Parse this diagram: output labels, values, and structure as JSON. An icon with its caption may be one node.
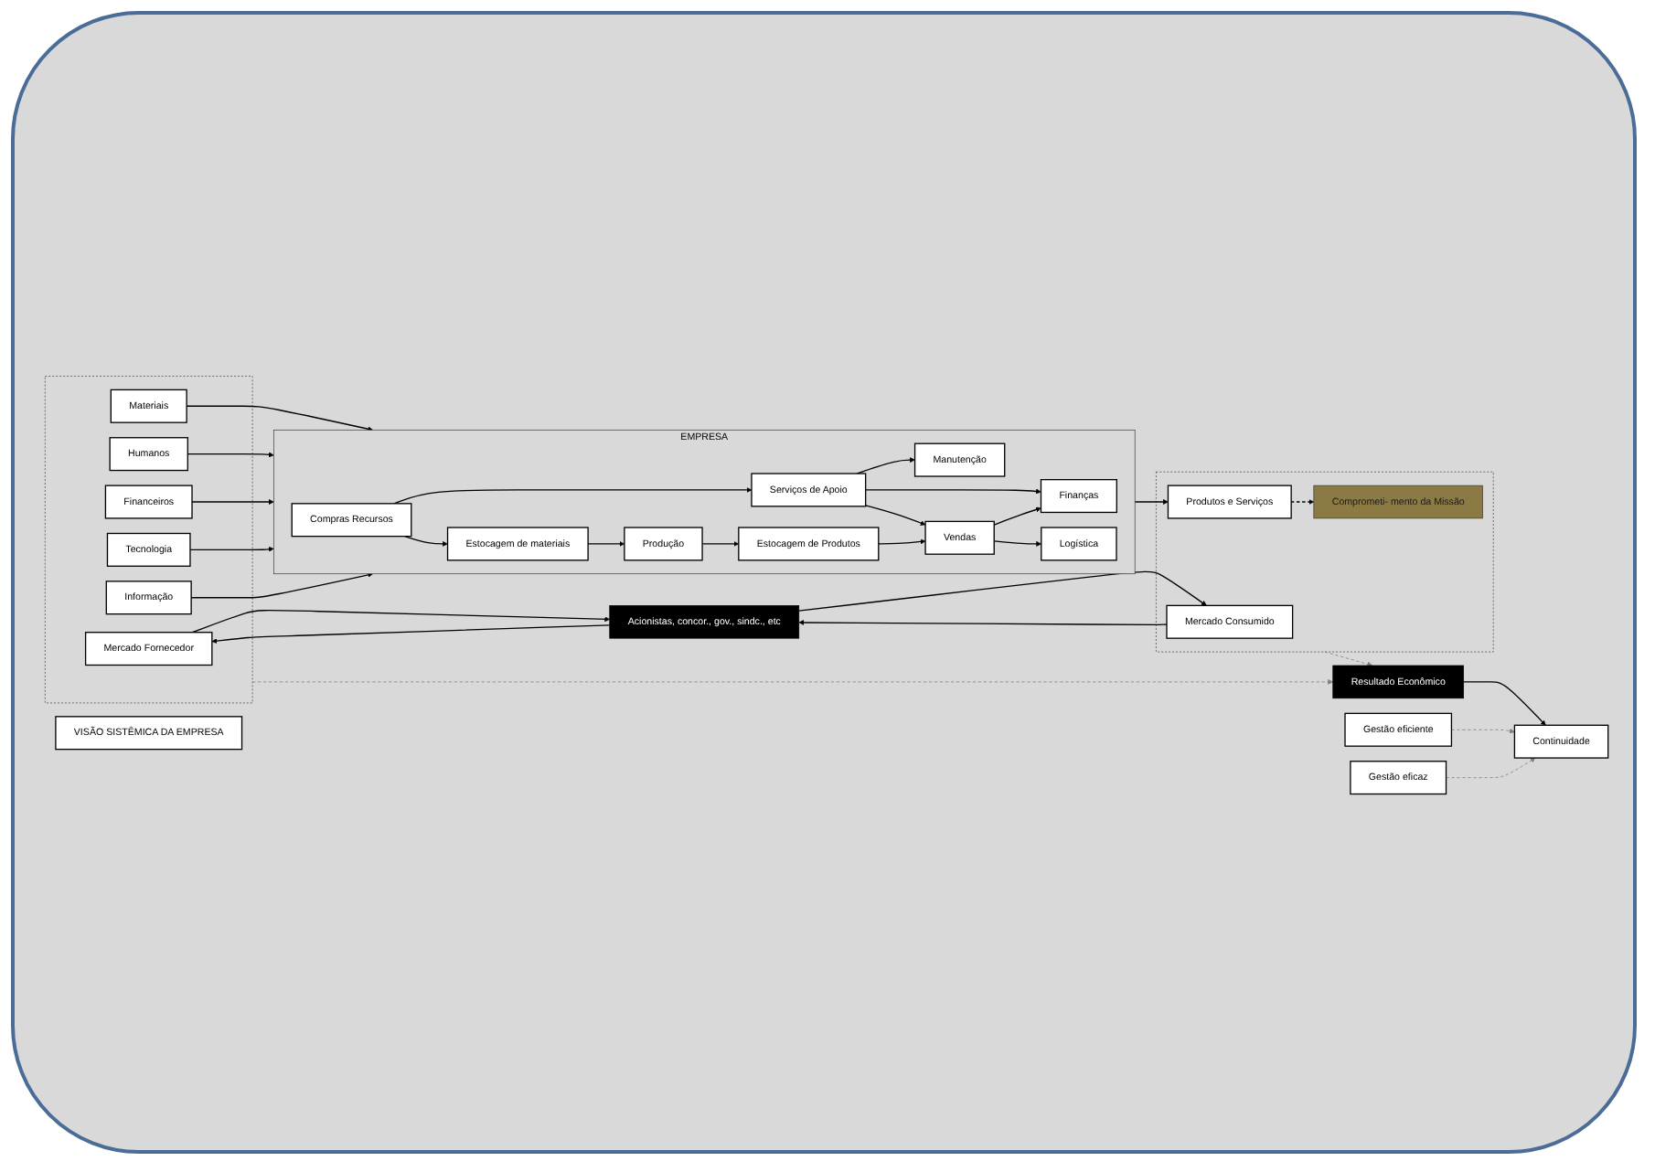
{
  "diagram": {
    "nodes": [
      {
        "text": [
          "VISÃO SISTÊMICA DA EMPRESA"
        ]
      },
      {
        "text": [],
        "shape": "box"
      },
      {
        "text": [
          "Mercado Fornecedor"
        ],
        "in": 1
      },
      {
        "text": [
          "Materiais"
        ],
        "in": 1
      },
      {
        "text": [
          "Humanos"
        ],
        "in": 1
      },
      {
        "text": [
          "Financeiros"
        ],
        "in": 1
      },
      {
        "text": [
          "Tecnologia"
        ],
        "in": 1
      },
      {
        "text": [
          "Informação"
        ],
        "in": 1
      },
      {
        "text": [
          "Acionistas, concor., gov., sindc., etc"
        ]
      },
      {
        "text": [],
        "shape": "box"
      },
      {
        "text": [
          "Mercado Consumido"
        ],
        "in": 9
      },
      {
        "text": [
          "Produtos e Serviços"
        ],
        "in": 9
      },
      {
        "text": [
          "Comprometi- mento da Missão"
        ],
        "in": 9
      },
      {
        "text": [
          "EMPRESA"
        ]
      },
      {
        "text": [
          "Compras Recursos"
        ],
        "in": 13
      },
      {
        "text": [
          "Estocagem de materiais"
        ],
        "in": 13
      },
      {
        "text": [
          "Produção"
        ],
        "in": 13
      },
      {
        "text": [
          "Serviços de Apoio"
        ],
        "in": 13
      },
      {
        "text": [
          "Manutenção"
        ],
        "in": 13
      },
      {
        "text": [
          "Estocagem de Produtos"
        ],
        "in": 13
      },
      {
        "text": [
          "Finanças"
        ],
        "in": 13
      },
      {
        "text": [
          "Logística"
        ],
        "in": 13
      },
      {
        "text": [
          "Vendas"
        ],
        "in": 13
      },
      {
        "text": [
          "Resultado Econômico"
        ]
      },
      {
        "text": [
          "Continuidade"
        ]
      },
      {
        "text": [
          "Gestão eficiente"
        ]
      },
      {
        "text": [
          "Gestão eficaz"
        ]
      }
    ],
    "edges": [
      {
        "from": 2,
        "to": 8,
        "arrow": "to"
      },
      {
        "from": 8,
        "to": 2,
        "arrow": "to"
      },
      {
        "from": 8,
        "to": 10,
        "arrow": "to"
      },
      {
        "from": 10,
        "to": 8,
        "arrow": "to"
      },
      {
        "from": 3,
        "to": 13,
        "arrow": "to"
      },
      {
        "from": 4,
        "to": 13,
        "arrow": "to"
      },
      {
        "from": 5,
        "to": 13,
        "arrow": "to"
      },
      {
        "from": 6,
        "to": 13,
        "arrow": "to"
      },
      {
        "from": 7,
        "to": 13,
        "arrow": "to"
      },
      {
        "from": 14,
        "to": 15,
        "arrow": "to"
      },
      {
        "from": 15,
        "to": 16,
        "arrow": "to"
      },
      {
        "from": 14,
        "to": 17,
        "arrow": "to"
      },
      {
        "from": 17,
        "to": 18,
        "arrow": "to"
      },
      {
        "from": 16,
        "to": 19,
        "arrow": "to"
      },
      {
        "from": 17,
        "to": 20,
        "arrow": "to"
      },
      {
        "from": 17,
        "to": 22,
        "arrow": "to"
      },
      {
        "from": 19,
        "to": 22,
        "arrow": "to"
      },
      {
        "from": 22,
        "to": 21,
        "arrow": "to"
      },
      {
        "from": 22,
        "to": 20,
        "arrow": "to"
      },
      {
        "from": 13,
        "to": 11,
        "arrow": "to"
      },
      {
        "from": 11,
        "to": 12,
        "arrow": "to",
        "style": "dashed"
      },
      {
        "from": 1,
        "to": 23,
        "arrow": "to",
        "style": "dashed",
        "color": "#7f7f7f"
      },
      {
        "from": 9,
        "to": 23,
        "arrow": "to",
        "style": "dashed",
        "color": "#7f7f7f"
      },
      {
        "from": 23,
        "to": 24,
        "arrow": "to"
      },
      {
        "from": 25,
        "to": 24,
        "arrow": "to",
        "style": "dashed",
        "color": "#7f7f7f"
      },
      {
        "from": 26,
        "to": 24,
        "arrow": "to",
        "style": "dashed",
        "color": "#7f7f7f"
      }
    ]
  }
}
